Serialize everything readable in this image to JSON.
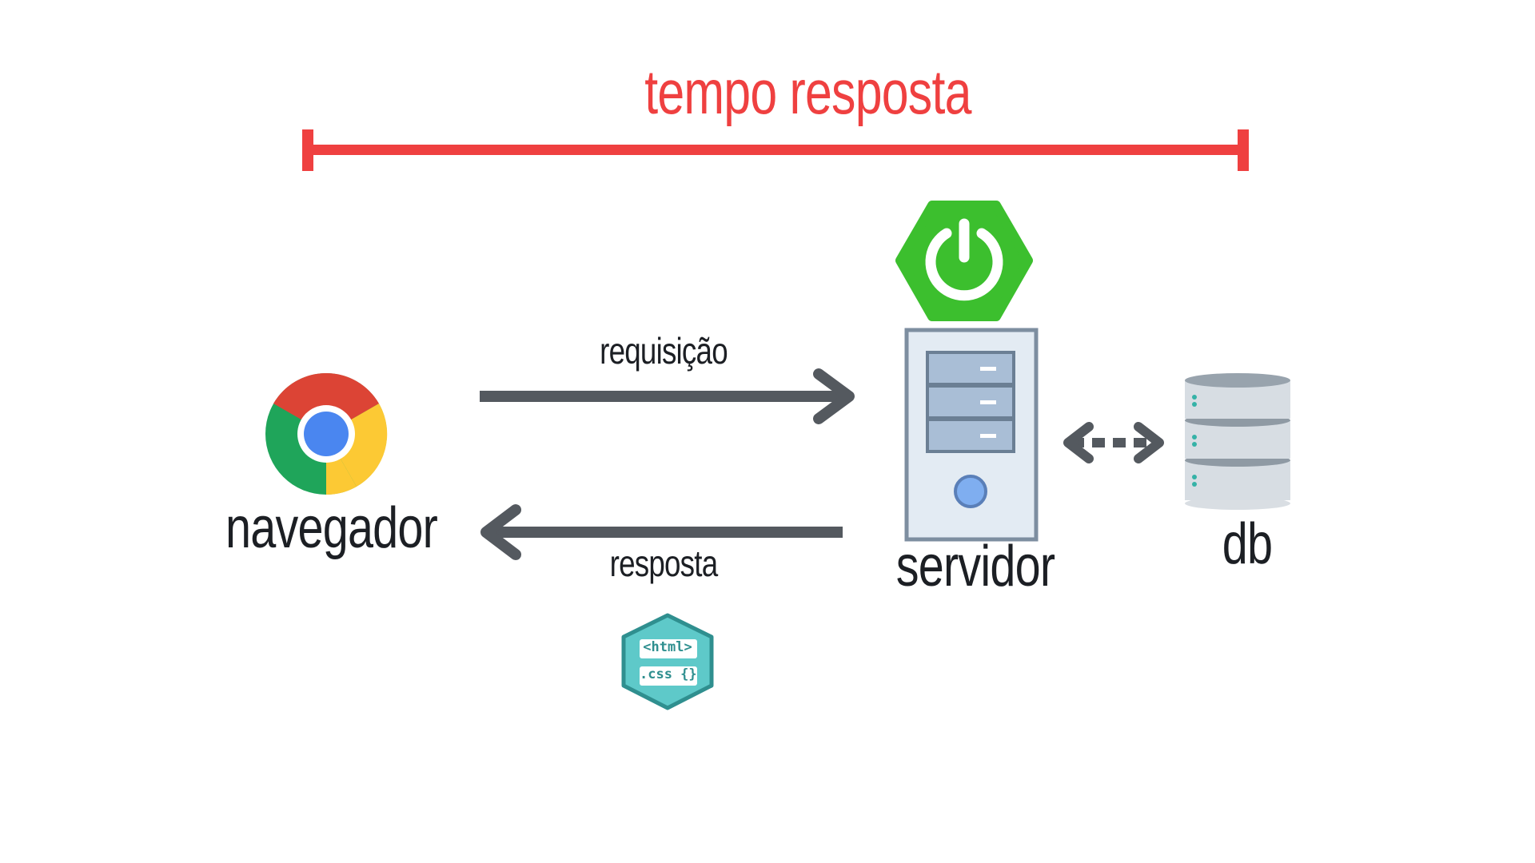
{
  "title": "tempo resposta",
  "request_label": "requisição",
  "response_label": "resposta",
  "nodes": {
    "browser": "navegador",
    "server": "servidor",
    "database": "db"
  },
  "badge": {
    "line1": "<html>",
    "line2": ".css {}"
  },
  "colors": {
    "accent": "#ef4040",
    "arrow": "#54595f",
    "spring": "#3cbf2e",
    "server_fill": "#e3ebf3",
    "server_border": "#7d8ea0",
    "badge": "#5ec9c9"
  },
  "icons": [
    "chrome-icon",
    "spring-power-icon",
    "server-tower-icon",
    "database-icon",
    "html-css-badge-icon"
  ]
}
